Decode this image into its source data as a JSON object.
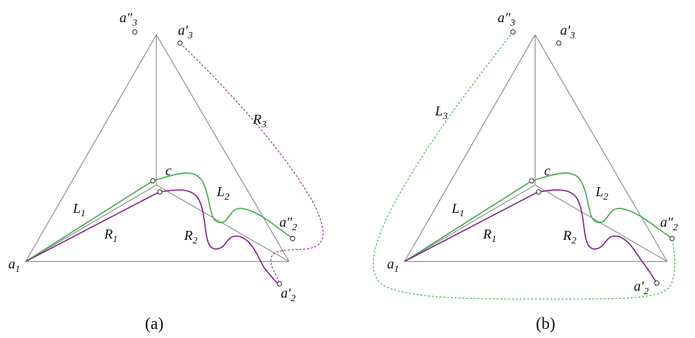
{
  "panels": [
    {
      "caption": "(a)",
      "labels": {
        "a1": {
          "base": "a",
          "sub": "1"
        },
        "c": {
          "base": "c"
        },
        "L1": {
          "base": "L",
          "sub": "1"
        },
        "R1": {
          "base": "R",
          "sub": "1"
        },
        "L2": {
          "base": "L",
          "sub": "2"
        },
        "R2": {
          "base": "R",
          "sub": "2"
        },
        "R3": {
          "base": "R",
          "sub": "3"
        },
        "a3pp": {
          "base": "a″",
          "sub": "3"
        },
        "a3p": {
          "base": "a′",
          "sub": "3"
        },
        "a2pp": {
          "base": "a″",
          "sub": "2"
        },
        "a2p": {
          "base": "a′",
          "sub": "2"
        }
      }
    },
    {
      "caption": "(b)",
      "labels": {
        "a1": {
          "base": "a",
          "sub": "1"
        },
        "c": {
          "base": "c"
        },
        "L1": {
          "base": "L",
          "sub": "1"
        },
        "R1": {
          "base": "R",
          "sub": "1"
        },
        "L2": {
          "base": "L",
          "sub": "2"
        },
        "R2": {
          "base": "R",
          "sub": "2"
        },
        "L3": {
          "base": "L",
          "sub": "3"
        },
        "a3pp": {
          "base": "a″",
          "sub": "3"
        },
        "a3p": {
          "base": "a′",
          "sub": "3"
        },
        "a2pp": {
          "base": "a″",
          "sub": "2"
        },
        "a2p": {
          "base": "a′",
          "sub": "2"
        }
      }
    }
  ],
  "colors": {
    "edge": "#8a8a8a",
    "green": "#4caf50",
    "purple": "#8b2a8b",
    "text": "#111111"
  }
}
